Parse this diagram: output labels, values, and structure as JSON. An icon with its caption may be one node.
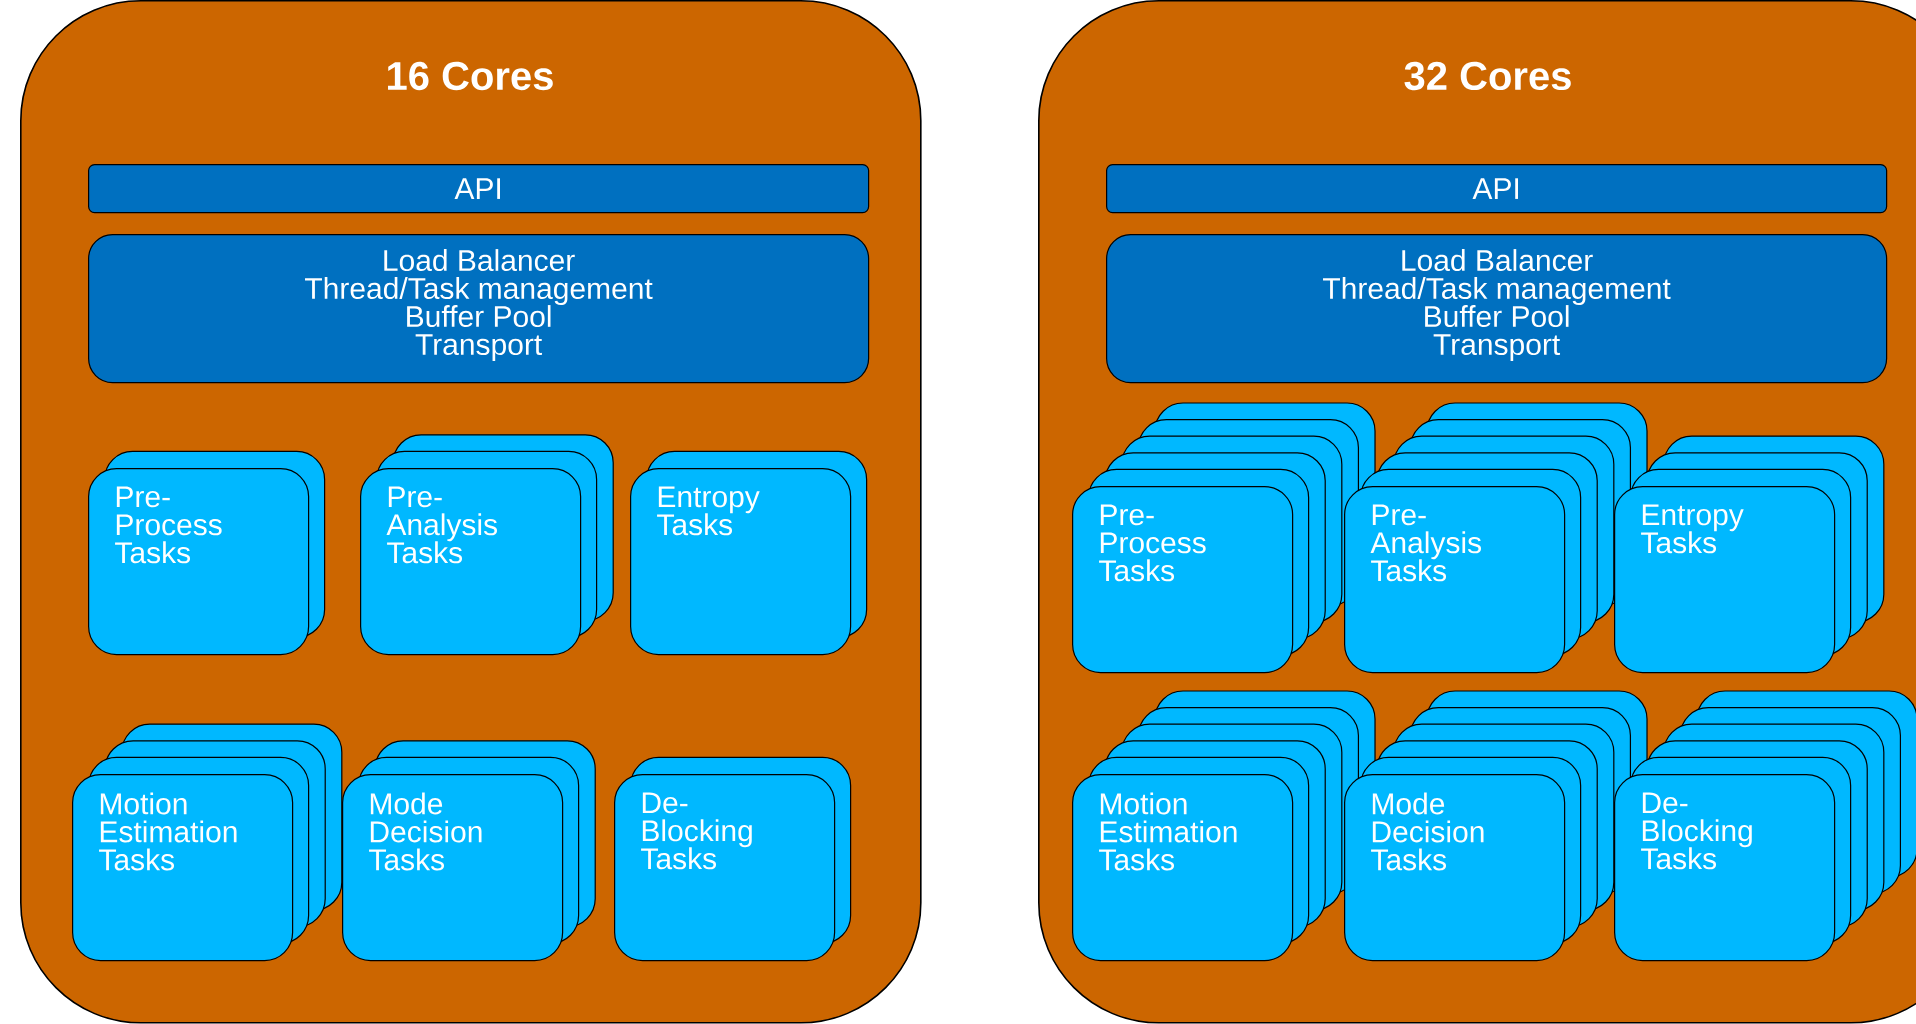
{
  "diagram": {
    "nodes": [
      {
        "text": [
          "16 Cores"
        ]
      },
      {
        "text": [
          "API"
        ],
        "in": 0
      },
      {
        "text": [
          "Load Balancer",
          "Thread/Task management",
          "Buffer Pool",
          "Transport"
        ],
        "in": 0
      },
      {
        "text": [
          "Pre-Process Tasks"
        ],
        "in": 0
      },
      {
        "text": [
          "Pre-Analysis Tasks"
        ],
        "in": 0
      },
      {
        "text": [
          "Entropy Tasks"
        ],
        "in": 0
      },
      {
        "text": [
          "Motion Estimation Tasks"
        ],
        "in": 0
      },
      {
        "text": [
          "Mode Decision Tasks"
        ],
        "in": 0
      },
      {
        "text": [
          "De-Blocking Tasks"
        ],
        "in": 0
      },
      {
        "text": [
          "32 Cores"
        ]
      },
      {
        "text": [
          "API"
        ],
        "in": 9
      },
      {
        "text": [
          "Load Balancer",
          "Thread/Task management",
          "Buffer Pool",
          "Transport"
        ],
        "in": 9
      },
      {
        "text": [
          "Pre-Process Tasks"
        ],
        "in": 9
      },
      {
        "text": [
          "Pre-Analysis Tasks"
        ],
        "in": 9
      },
      {
        "text": [
          "Entropy Tasks"
        ],
        "in": 9
      },
      {
        "text": [
          "Motion Estimation Tasks"
        ],
        "in": 9
      },
      {
        "text": [
          "Mode Decision Tasks"
        ],
        "in": 9
      },
      {
        "text": [
          "De-Blocking Tasks"
        ],
        "in": 9
      }
    ]
  }
}
